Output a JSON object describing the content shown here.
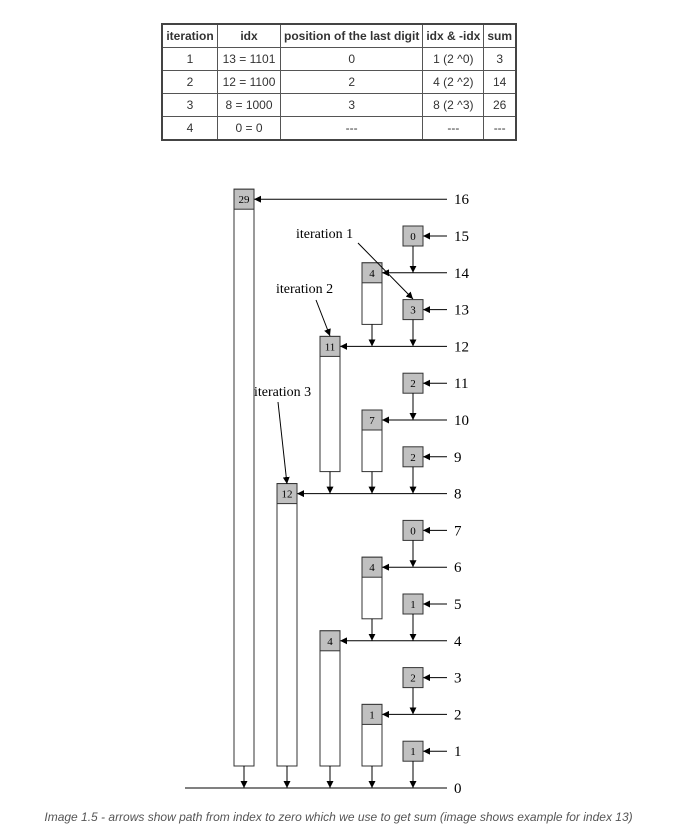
{
  "table": {
    "headers": [
      "iteration",
      "idx",
      "position of the last digit",
      "idx & -idx",
      "sum"
    ],
    "rows": [
      [
        "1",
        "13 = 1101",
        "0",
        "1 (2 ^0)",
        "3"
      ],
      [
        "2",
        "12 = 1100",
        "2",
        "4 (2 ^2)",
        "14"
      ],
      [
        "3",
        "8 = 1000",
        "3",
        "8 (2 ^3)",
        "26"
      ],
      [
        "4",
        "0 = 0",
        "---",
        "---",
        "---"
      ]
    ]
  },
  "diagram": {
    "index_labels": [
      "16",
      "15",
      "14",
      "13",
      "12",
      "11",
      "10",
      "9",
      "8",
      "7",
      "6",
      "5",
      "4",
      "3",
      "2",
      "1",
      "0"
    ],
    "nodes": [
      {
        "index": 16,
        "value": "29",
        "range": 16
      },
      {
        "index": 15,
        "value": "0",
        "range": 1
      },
      {
        "index": 14,
        "value": "4",
        "range": 2
      },
      {
        "index": 13,
        "value": "3",
        "range": 1
      },
      {
        "index": 12,
        "value": "11",
        "range": 4
      },
      {
        "index": 11,
        "value": "2",
        "range": 1
      },
      {
        "index": 10,
        "value": "7",
        "range": 2
      },
      {
        "index": 9,
        "value": "2",
        "range": 1
      },
      {
        "index": 8,
        "value": "12",
        "range": 8
      },
      {
        "index": 7,
        "value": "0",
        "range": 1
      },
      {
        "index": 6,
        "value": "4",
        "range": 2
      },
      {
        "index": 5,
        "value": "1",
        "range": 1
      },
      {
        "index": 4,
        "value": "4",
        "range": 4
      },
      {
        "index": 3,
        "value": "2",
        "range": 1
      },
      {
        "index": 2,
        "value": "1",
        "range": 2
      },
      {
        "index": 1,
        "value": "1",
        "range": 1
      }
    ],
    "annotations": [
      "iteration 1",
      "iteration 2",
      "iteration 3"
    ]
  },
  "caption": "Image 1.5 - arrows show path from index to zero which we use to get sum (image shows example for index 13)"
}
